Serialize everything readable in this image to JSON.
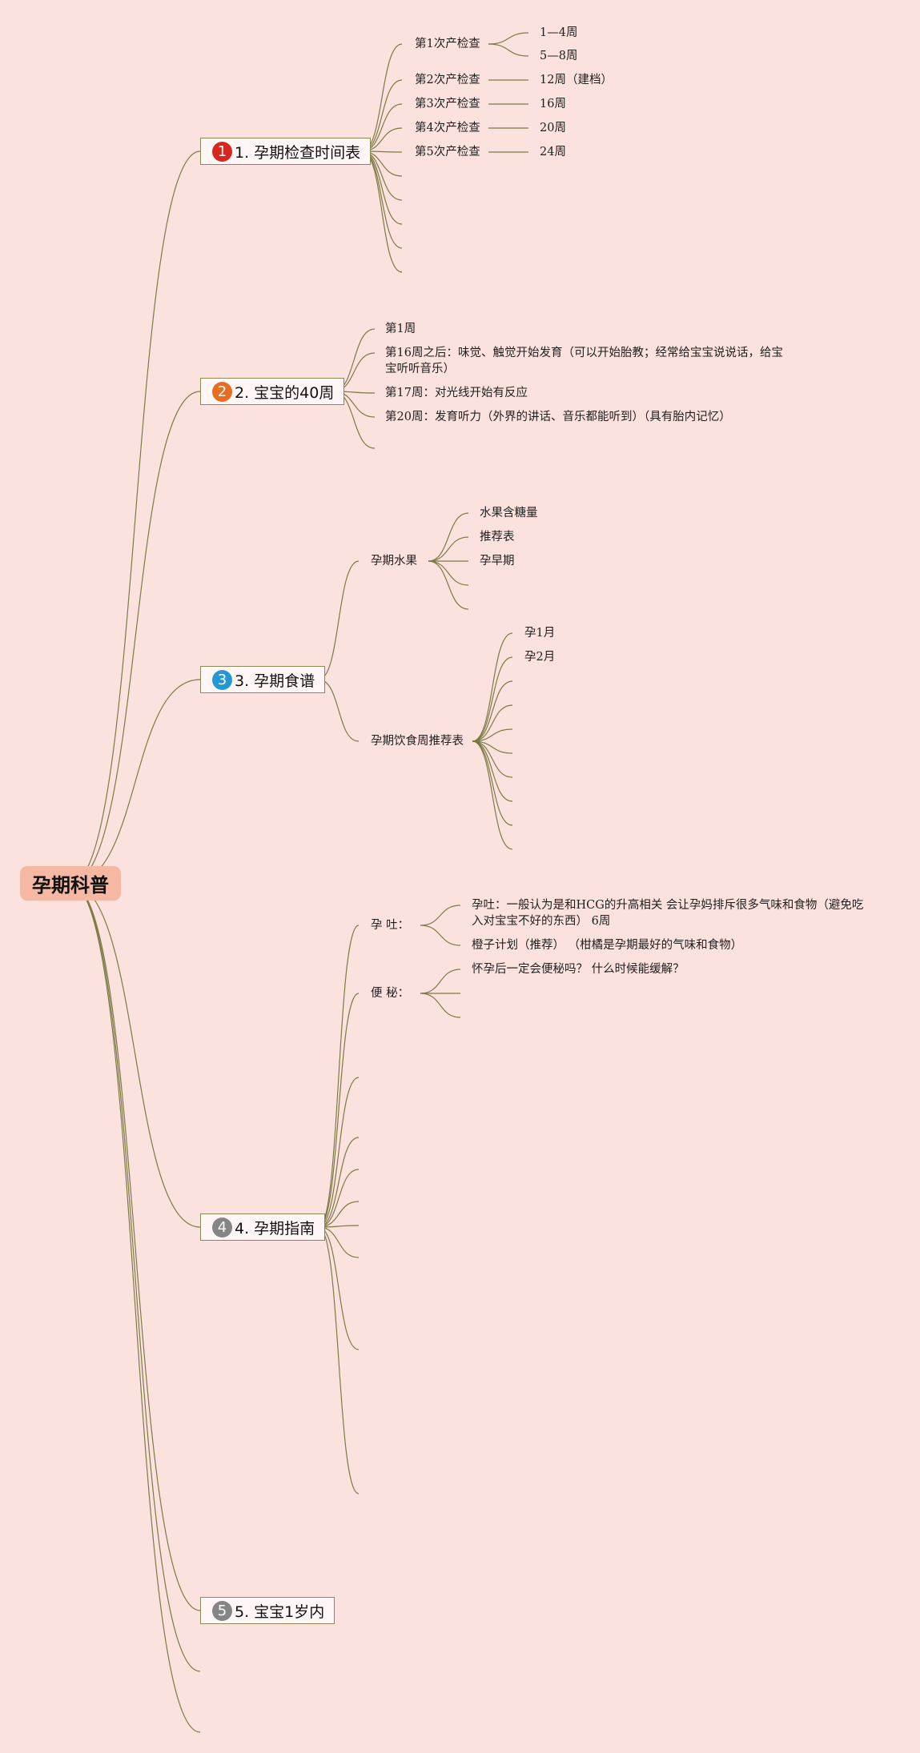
{
  "root": {
    "label": "孕期科普",
    "color": "#f7b8a3"
  },
  "line_color": "#7d7a44",
  "topics": [
    {
      "label": "1. 孕期检查时间表",
      "number": "1",
      "badge_color": "#d7261e",
      "children": [
        {
          "label": "第1次产检查",
          "children": [
            "1—4周",
            "5—8周"
          ]
        },
        {
          "label": "第2次产检查",
          "children": [
            "12周（建档）"
          ]
        },
        {
          "label": "第3次产检查",
          "children": [
            "16周"
          ]
        },
        {
          "label": "第4次产检查",
          "children": [
            "20周"
          ]
        },
        {
          "label": "第5次产检查",
          "children": [
            "24周"
          ]
        }
      ]
    },
    {
      "label": "2. 宝宝的40周",
      "number": "2",
      "badge_color": "#ea6d1f",
      "children": [
        "第1周",
        "第16周之后：味觉、触觉开始发育（可以开始胎教；经常给宝宝说说话，给宝宝听听音乐）",
        "第17周：对光线开始有反应",
        "第20周：发育听力（外界的讲话、音乐都能听到）（具有胎内记忆）"
      ]
    },
    {
      "label": "3. 孕期食谱",
      "number": "3",
      "badge_color": "#2299d5",
      "children": [
        {
          "label": "孕期水果",
          "children": [
            "水果含糖量",
            "推荐表",
            "孕早期"
          ]
        },
        {
          "label": "孕期饮食周推荐表",
          "children": [
            "孕1月",
            "孕2月"
          ]
        }
      ]
    },
    {
      "label": "4. 孕期指南",
      "number": "4",
      "badge_color": "#858585",
      "children": [
        {
          "label": "孕 吐：",
          "children": [
            "孕吐：一般认为是和HCG的升高相关 会让孕妈排斥很多气味和食物（避免吃入对宝宝不好的东西） 6周",
            "橙子计划（推荐） （柑橘是孕期最好的气味和食物）"
          ]
        },
        {
          "label": "便 秘：",
          "children": [
            "怀孕后一定会便秘吗？ 什么时候能缓解？"
          ]
        }
      ]
    },
    {
      "label": "5. 宝宝1岁内",
      "number": "5",
      "badge_color": "#858585",
      "children": []
    }
  ]
}
